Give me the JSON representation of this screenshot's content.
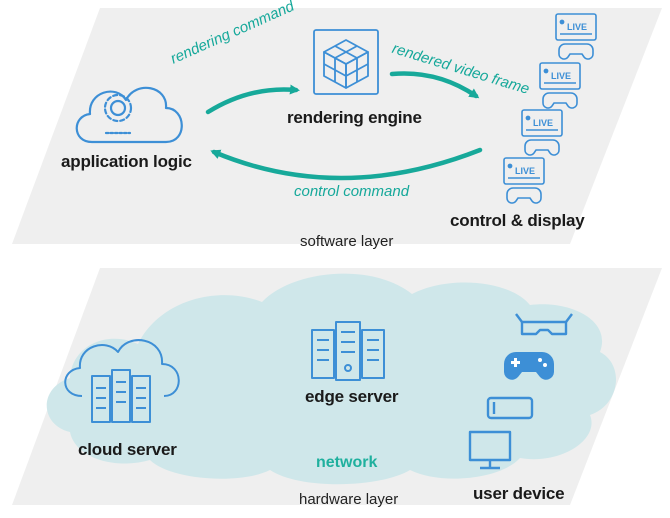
{
  "software_layer": {
    "layer_label": "software layer",
    "nodes": {
      "application_logic": "application logic",
      "rendering_engine": "rendering engine",
      "control_display": "control & display"
    },
    "arrows": {
      "rendering_command": "rendering command",
      "rendered_video_frame": "rendered video frame",
      "control_command": "control command"
    },
    "live_badge": "LIVE"
  },
  "hardware_layer": {
    "layer_label": "hardware layer",
    "nodes": {
      "cloud_server": "cloud server",
      "edge_server": "edge server",
      "network": "network",
      "user_device": "user device"
    }
  },
  "colors": {
    "accent_teal": "#17a99a",
    "icon_blue": "#3d8fd6",
    "panel_gray": "#efefef",
    "cloud_fill": "#cfe7ea"
  }
}
